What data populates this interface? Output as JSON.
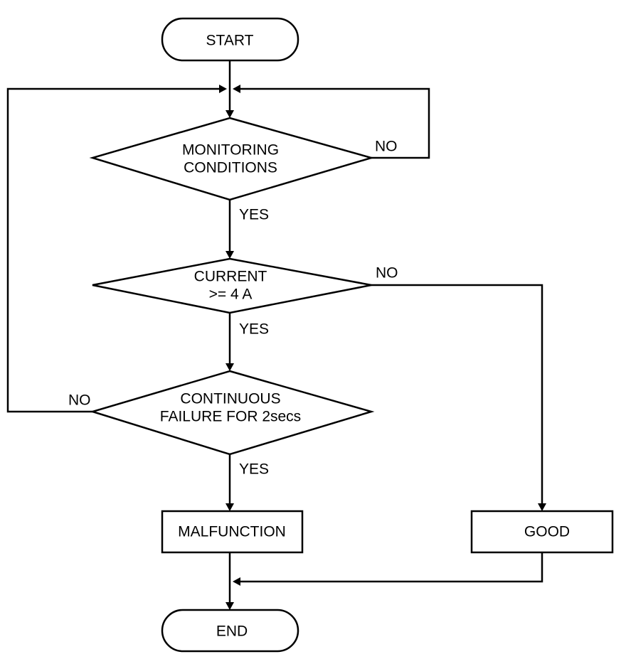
{
  "nodes": {
    "start": "START",
    "monitoring": [
      "MONITORING",
      "CONDITIONS"
    ],
    "current": [
      "CURRENT",
      ">= 4 A"
    ],
    "continuous": [
      "CONTINUOUS",
      "FAILURE FOR 2secs"
    ],
    "malfunction": "MALFUNCTION",
    "good": "GOOD",
    "end": "END"
  },
  "edges": {
    "monitoring_yes": "YES",
    "monitoring_no": "NO",
    "current_yes": "YES",
    "current_no": "NO",
    "continuous_yes": "YES",
    "continuous_no": "NO"
  }
}
